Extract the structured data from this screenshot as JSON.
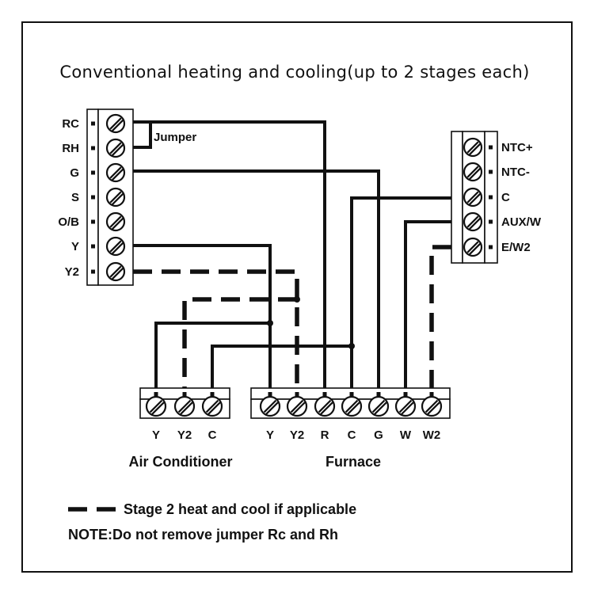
{
  "title": "Conventional heating and cooling(up to 2 stages each)",
  "thermostat_terminals": [
    "RC",
    "RH",
    "G",
    "S",
    "O/B",
    "Y",
    "Y2"
  ],
  "jumper_label": "Jumper",
  "module_terminals": [
    "NTC+",
    "NTC-",
    "C",
    "AUX/W",
    "E/W2"
  ],
  "ac_terminals": [
    "Y",
    "Y2",
    "C"
  ],
  "furnace_terminals": [
    "Y",
    "Y2",
    "R",
    "C",
    "G",
    "W",
    "W2"
  ],
  "ac_label": "Air Conditioner",
  "furnace_label": "Furnace",
  "legend_text": "Stage 2 heat and cool if applicable",
  "note_text": "NOTE:Do not remove jumper Rc and Rh"
}
